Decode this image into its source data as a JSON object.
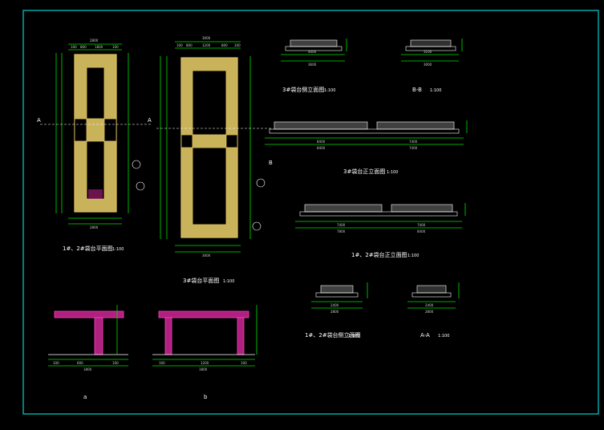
{
  "colors": {
    "background": "#000000",
    "frame": "#00d0d0",
    "dimension": "#00e000",
    "text": "#ffffff",
    "planting": "#c8b25a",
    "section": "#b02080"
  },
  "labels": {
    "plan12": "1#、2#袋台平面图",
    "plan12_scale": "1:100",
    "plan3": "3#袋台平面图",
    "plan3_scale": "1:100",
    "side3": "3#袋台侧立面图",
    "side3_scale": "1:100",
    "bb": "B-B",
    "bb_scale": "1:100",
    "front3": "3#袋台正立面图",
    "front3_scale": "1:100",
    "front12": "1#、2#袋台正立面图",
    "front12_scale": "1:100",
    "side12": "1#、2#袋台侧立面图",
    "side12_scale": "1:100",
    "aa": "A-A",
    "aa_scale": "1:100",
    "detail_a": "a",
    "detail_b": "b",
    "marker_a": "A",
    "marker_b": "B"
  },
  "dims": {
    "plan12_top": "2800",
    "plan12_sub": [
      "100",
      "800",
      "1800",
      "100"
    ],
    "plan12_bottom": "2800",
    "plan3_top": "3000",
    "plan3_sub": [
      "100",
      "800",
      "1200",
      "800",
      "100"
    ],
    "plan3_bottom": "3000",
    "side3_len": "3600",
    "side3_sub": "4000",
    "bb_len": "3000",
    "bb_sub": "3100",
    "front3_a": "8400",
    "front3_b": "7400",
    "front3_total_a": "8400",
    "front3_total_b": "7400",
    "front12_a": "7400",
    "front12_b": "7400",
    "front12_tot_a": "7800",
    "front12_tot_b": "8400",
    "side12_len": "2400",
    "side12_tot": "2800",
    "aa_len": "2400",
    "aa_tot": "2800",
    "detail_a_w": "1800",
    "detail_a_parts": [
      "100",
      "600",
      "100"
    ],
    "detail_b_w": "1800",
    "detail_b_parts": [
      "100",
      "1200",
      "100"
    ]
  }
}
